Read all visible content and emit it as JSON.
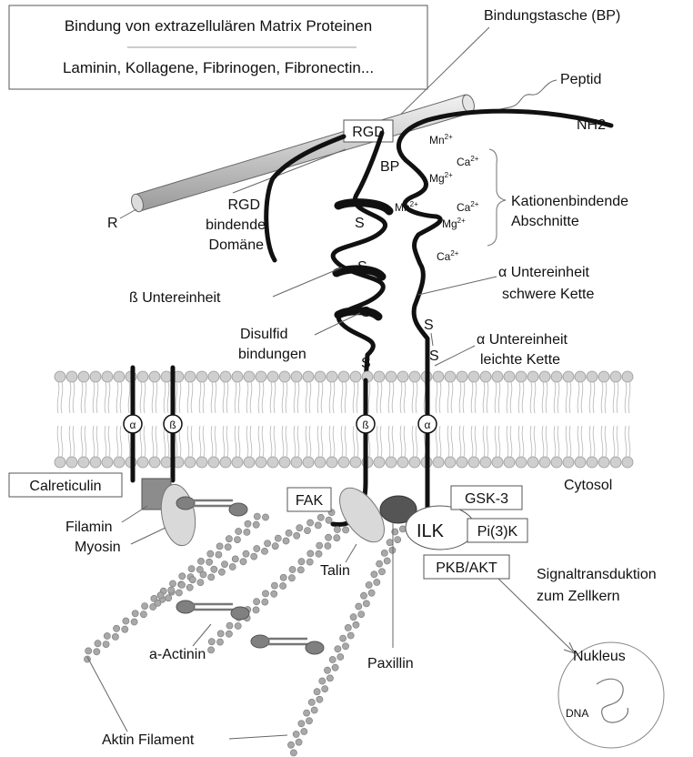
{
  "ecm_box": {
    "title": "Bindung von extrazellulären Matrix Proteinen",
    "proteins": "Laminin, Kollagene, Fibrinogen, Fibronectin..."
  },
  "labels": {
    "binding_pocket": "Bindungstasche (BP)",
    "peptide": "Peptid",
    "rgd": "RGD",
    "nh2": "NH2",
    "r": "R",
    "bp": "BP",
    "rgd_domain_1": "RGD",
    "rgd_domain_2": "bindende",
    "rgd_domain_3": "Domäne",
    "cation_1": "Kationenbindende",
    "cation_2": "Abschnitte",
    "beta_subunit": "ß Untereinheit",
    "alpha_heavy_1": "α Untereinheit",
    "alpha_heavy_2": "schwere Kette",
    "disulfide_1": "Disulfid",
    "disulfide_2": "bindungen",
    "alpha_light_1": "α Untereinheit",
    "alpha_light_2": "leichte Kette",
    "cytosol": "Cytosol",
    "calreticulin": "Calreticulin",
    "filamin": "Filamin",
    "myosin": "Myosin",
    "fak": "FAK",
    "gsk3": "GSK-3",
    "ilk": "ILK",
    "pi3k": "Pi(3)K",
    "pkb": "PKB/AKT",
    "talin": "Talin",
    "signal_1": "Signaltransduktion",
    "signal_2": "zum Zellkern",
    "a_actinin": "a-Actinin",
    "paxillin": "Paxillin",
    "nucleus": "Nukleus",
    "dna": "DNA",
    "actin": "Aktin Filament",
    "s": "S",
    "alpha_sym": "α",
    "beta_sym": "ß"
  },
  "ions": {
    "mn": "Mn",
    "ca": "Ca",
    "mg": "Mg",
    "charge": "2+"
  },
  "colors": {
    "chain": "#111111",
    "membrane_head": "#cfcfcf",
    "rod": "#d8d8d8",
    "actin_bead": "#a8a8a8",
    "myosin_head": "#808080",
    "paxillin": "#555555",
    "filamin": "#8c8c8c"
  }
}
